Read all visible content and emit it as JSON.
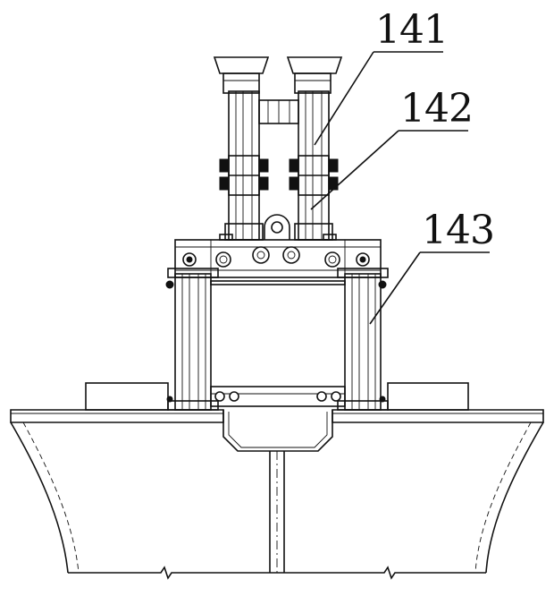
{
  "labels": {
    "ref_141": "141",
    "ref_142": "142",
    "ref_143": "143"
  },
  "colors": {
    "line": "#111111",
    "background": "#ffffff"
  }
}
